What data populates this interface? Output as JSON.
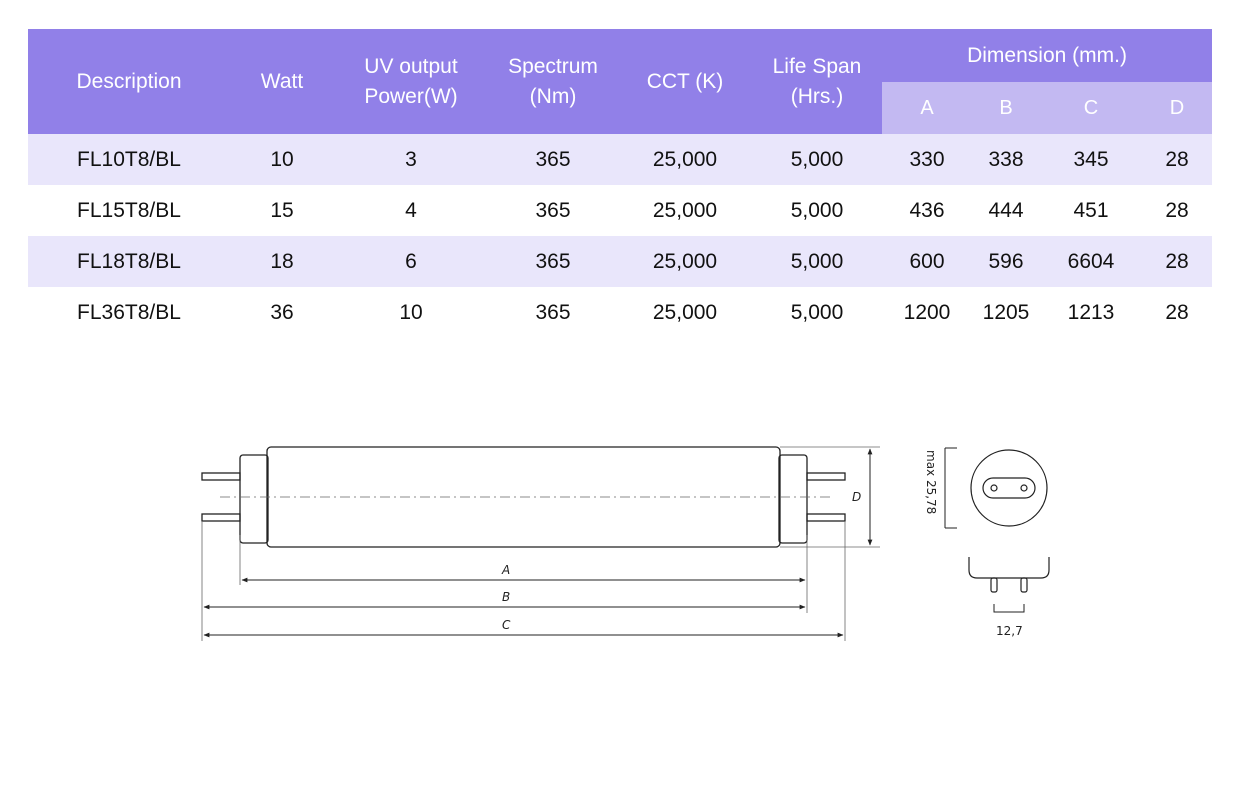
{
  "table": {
    "headers": {
      "description": "Description",
      "watt": "Watt",
      "uv_line1": "UV output",
      "uv_line2": "Power(W)",
      "spectrum_line1": "Spectrum",
      "spectrum_line2": "(Nm)",
      "cct": "CCT (K)",
      "life_line1": "Life Span",
      "life_line2": "(Hrs.)",
      "dimension": "Dimension (mm.)",
      "dim_a": "A",
      "dim_b": "B",
      "dim_c": "C",
      "dim_d": "D"
    },
    "rows": [
      {
        "description": "FL10T8/BL",
        "watt": "10",
        "uv": "3",
        "spectrum": "365",
        "cct": "25,000",
        "life": "5,000",
        "a": "330",
        "b": "338",
        "c": "345",
        "d": "28"
      },
      {
        "description": "FL15T8/BL",
        "watt": "15",
        "uv": "4",
        "spectrum": "365",
        "cct": "25,000",
        "life": "5,000",
        "a": "436",
        "b": "444",
        "c": "451",
        "d": "28"
      },
      {
        "description": "FL18T8/BL",
        "watt": "18",
        "uv": "6",
        "spectrum": "365",
        "cct": "25,000",
        "life": "5,000",
        "a": "600",
        "b": "596",
        "c": "6604",
        "d": "28"
      },
      {
        "description": "FL36T8/BL",
        "watt": "36",
        "uv": "10",
        "spectrum": "365",
        "cct": "25,000",
        "life": "5,000",
        "a": "1200",
        "b": "1205",
        "c": "1213",
        "d": "28"
      }
    ]
  },
  "diagram": {
    "label_a": "A",
    "label_b": "B",
    "label_c": "C",
    "label_d": "D",
    "max_diameter": "max 25,78",
    "pin_spacing": "12,7"
  },
  "colors": {
    "header": "#9180e8",
    "subheader": "#c3b9f2",
    "row_shade": "#e9e6fb"
  }
}
